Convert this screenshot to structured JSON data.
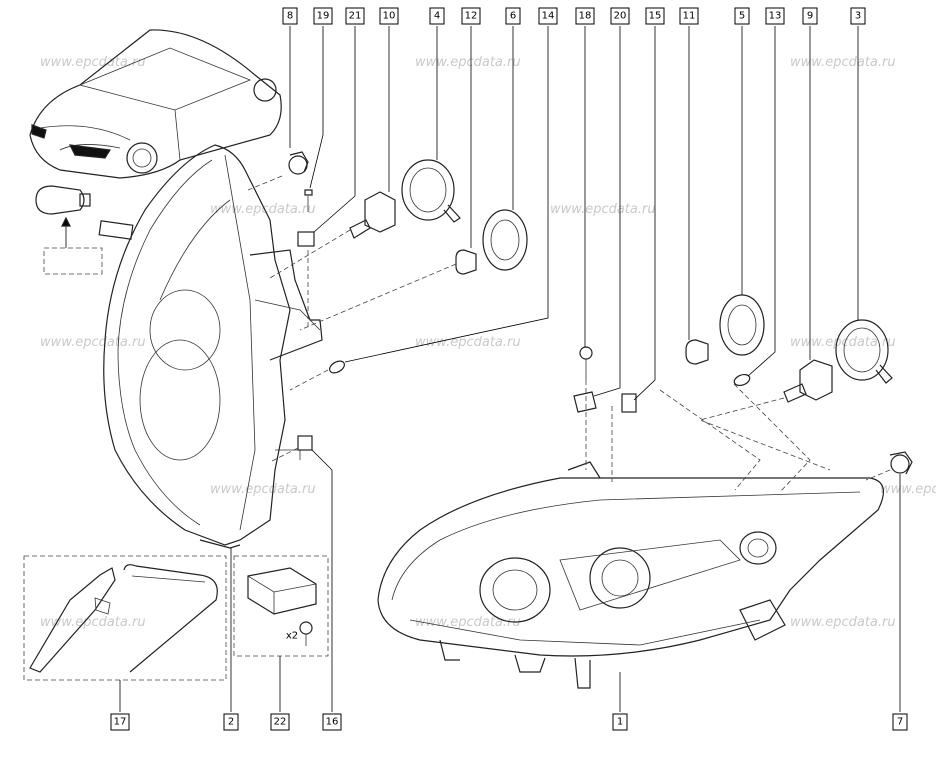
{
  "watermark": "www.epcdata.ru",
  "x2_label": "x2",
  "callouts": [
    "8",
    "19",
    "21",
    "10",
    "4",
    "12",
    "6",
    "14",
    "18",
    "20",
    "15",
    "11",
    "5",
    "13",
    "9",
    "3",
    "17",
    "2",
    "22",
    "16",
    "1",
    "7"
  ]
}
